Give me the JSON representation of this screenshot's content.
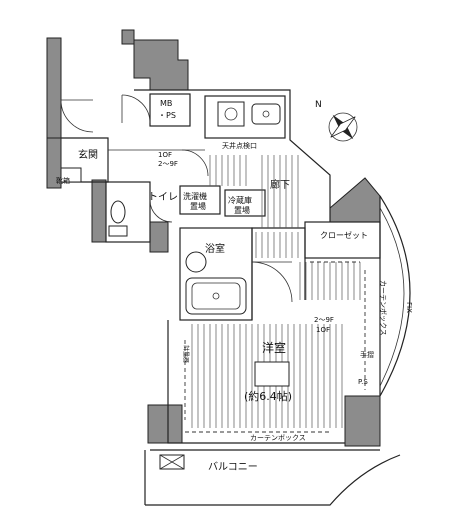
{
  "rooms": {
    "entrance": "玄関",
    "shoe_box": "靴箱",
    "mb_ps": "MB\n・PS",
    "toilet": "トイレ",
    "laundry": "洗濯機\n置場",
    "fridge": "冷蔵庫\n置場",
    "corridor": "廊下",
    "bath": "浴室",
    "closet": "クローゼット",
    "western_room": "洋室",
    "room_size": "(約6.4帖)",
    "balcony": "バルコニー"
  },
  "annotations": {
    "ceiling_check": "天井点検口",
    "floor_height_1": "1OF",
    "floor_height_2": "2～9F",
    "floor_height_3": "2～9F",
    "floor_height_4": "1OF",
    "curtain_box_side": "カーテンボックス",
    "curtain_box_bottom": "カーテンボックス",
    "handrail": "手摺",
    "fix_window": "FIX",
    "wall_note": "計量器",
    "ps_mark": "P.S"
  },
  "compass": {
    "label": "N",
    "icon": "compass-rose-icon"
  },
  "colors": {
    "wall": "#8c8c8c",
    "line": "#222222"
  }
}
